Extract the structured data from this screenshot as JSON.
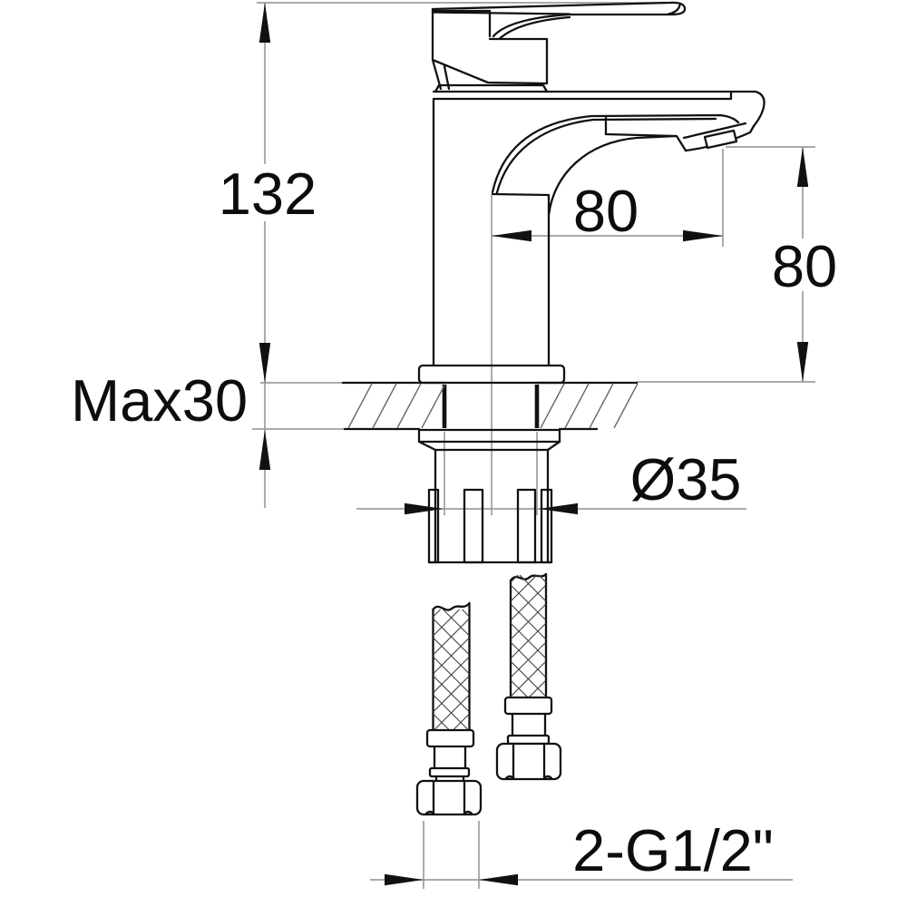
{
  "colors": {
    "line": "#111111",
    "dim_line": "#9e9e9e",
    "background": "#ffffff"
  },
  "dims": {
    "overall_height": "132",
    "spout_reach": "80",
    "outlet_height": "80",
    "max_mounting_thickness": "Max30",
    "hole_diameter": "Ø35",
    "supply_connection": "2-G1/2\""
  }
}
